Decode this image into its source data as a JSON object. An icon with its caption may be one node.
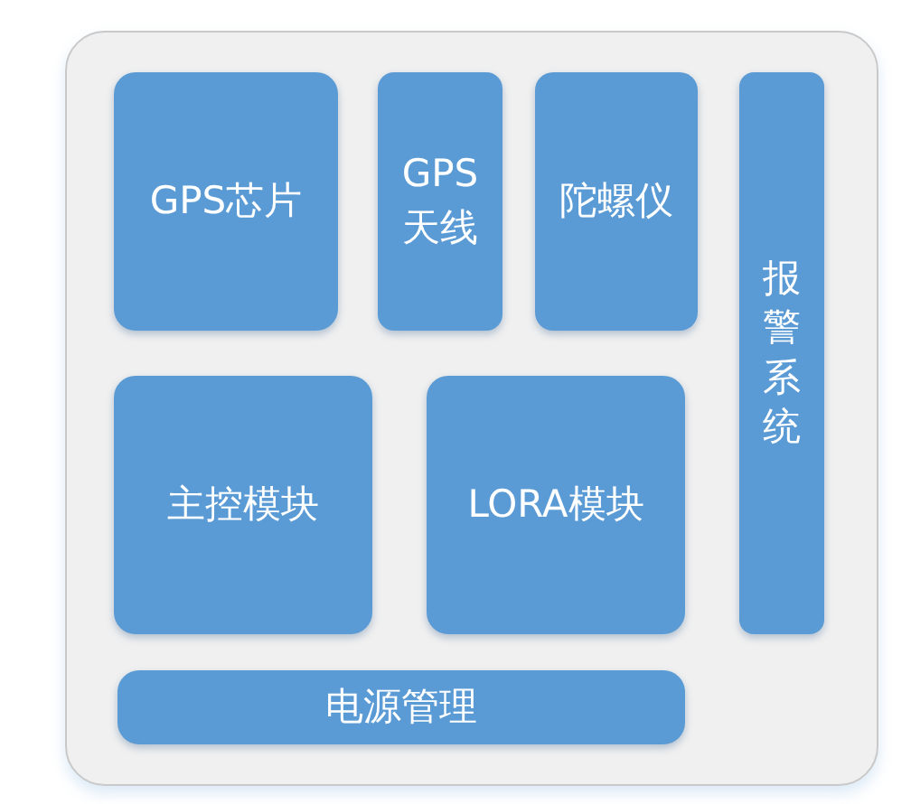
{
  "diagram": {
    "nodes": [
      {
        "text": [],
        "shape": "box"
      },
      {
        "text": [
          "GPS芯片"
        ],
        "in": 0
      },
      {
        "text": [
          "GPS天线"
        ],
        "in": 0
      },
      {
        "text": [
          "陀螺仪"
        ],
        "in": 0
      },
      {
        "text": [
          "报警系统"
        ],
        "in": 0
      },
      {
        "text": [
          "主控模块"
        ],
        "in": 0
      },
      {
        "text": [
          "LORA模块"
        ],
        "in": 0
      },
      {
        "text": [
          "电源管理"
        ],
        "in": 0
      }
    ]
  }
}
